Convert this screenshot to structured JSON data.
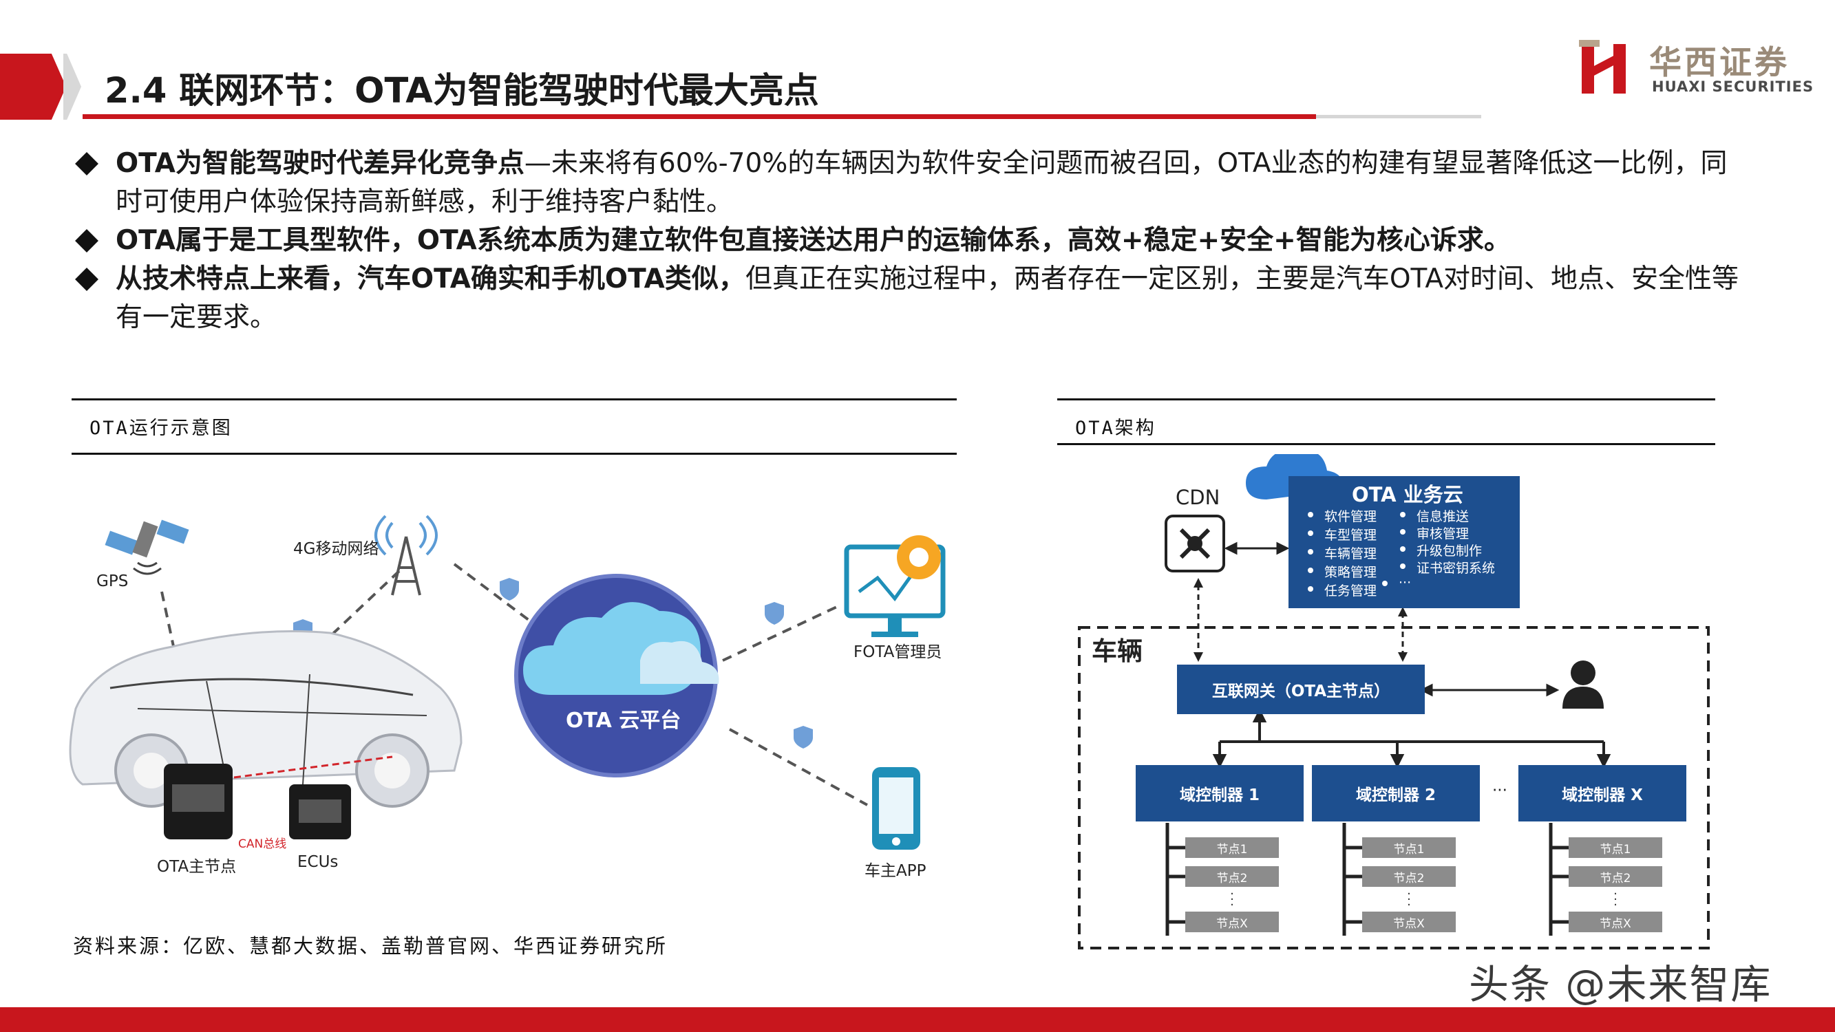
{
  "header": {
    "title": "2.4 联网环节：OTA为智能驾驶时代最大亮点",
    "logo_cn": "华西证券",
    "logo_en": "HUAXI SECURITIES"
  },
  "bullets": [
    {
      "bold": "OTA为智能驾驶时代差异化竞争点",
      "rest": "—未来将有60%-70%的车辆因为软件安全问题而被召回，OTA业态的构建有望显著降低这一比例，同时可使用户体验保持高新鲜感，利于维持客户黏性。"
    },
    {
      "bold": "OTA属于是工具型软件，OTA系统本质为建立软件包直接送达用户的运输体系，高效+稳定+安全+智能为核心诉求。",
      "rest": ""
    },
    {
      "bold": "从技术特点上来看，汽车OTA确实和手机OTA类似，",
      "rest": "但真正在实施过程中，两者存在一定区别，主要是汽车OTA对时间、地点、安全性等有一定要求。"
    }
  ],
  "left_figure": {
    "caption": "OTA运行示意图",
    "labels": {
      "gps": "GPS",
      "network": "4G移动网络",
      "cloud": "OTA 云平台",
      "fota": "FOTA管理员",
      "app": "车主APP",
      "main_node": "OTA主节点",
      "ecus": "ECUs",
      "can": "CAN总线"
    }
  },
  "right_figure": {
    "caption": "OTA架构",
    "cdn": "CDN",
    "cloud_title": "OTA 业务云",
    "cloud_items_left": [
      "软件管理",
      "车型管理",
      "车辆管理",
      "策略管理",
      "任务管理"
    ],
    "cloud_items_right": [
      "信息推送",
      "审核管理",
      "升级包制作",
      "证书密钥系统",
      "···"
    ],
    "vehicle_label": "车辆",
    "gateway": "互联网关（OTA主节点）",
    "domains": [
      "域控制器 1",
      "域控制器 2",
      "域控制器 X"
    ],
    "domain_ellipsis": "···",
    "nodes": [
      "节点1",
      "节点2",
      "节点X"
    ]
  },
  "source": "资料来源：亿欧、慧都大数据、盖勒普官网、华西证券研究所",
  "watermark": "头条 @未来智库",
  "colors": {
    "brand_red": "#c8161d",
    "box_blue": "#1d4f8f",
    "node_grey": "#8c8c8c"
  }
}
